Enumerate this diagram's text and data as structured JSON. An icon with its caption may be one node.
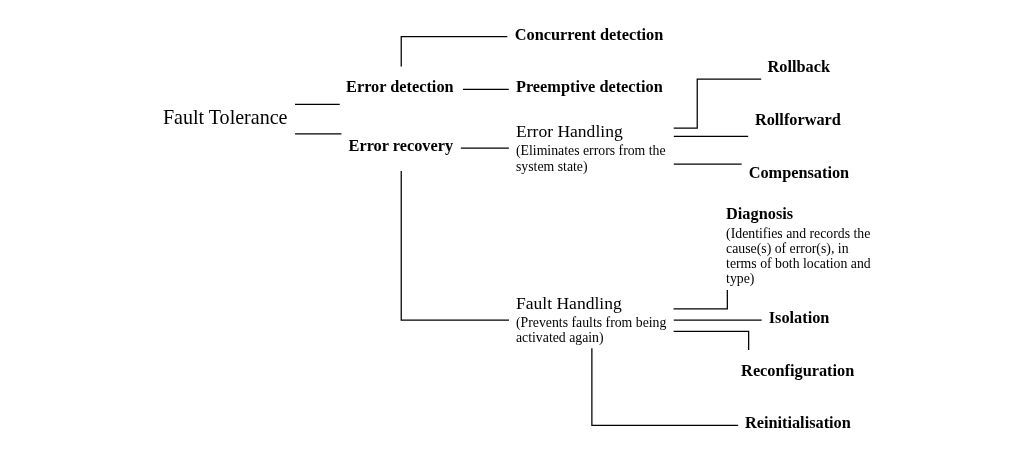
{
  "diagram": {
    "nodes": [
      {
        "text": [
          "Fault Tolerance"
        ]
      },
      {
        "text": [
          "Error detection"
        ]
      },
      {
        "text": [
          "Concurrent detection"
        ]
      },
      {
        "text": [
          "Preemptive detection"
        ]
      },
      {
        "text": [
          "Error recovery"
        ]
      },
      {
        "text": [
          "Error Handling"
        ],
        "beside": [
          "(Eliminates errors from the system state)"
        ]
      },
      {
        "text": [
          "Rollback"
        ]
      },
      {
        "text": [
          "Rollforward"
        ]
      },
      {
        "text": [
          "Compensation"
        ]
      },
      {
        "text": [
          "Fault Handling"
        ],
        "beside": [
          "(Prevents faults from being activated again)"
        ]
      },
      {
        "text": [
          "Diagnosis"
        ],
        "beside": [
          "(Identifies and records the cause(s) of error(s), in terms of both location and type)"
        ]
      },
      {
        "text": [
          "Isolation"
        ]
      },
      {
        "text": [
          "Reconfiguration"
        ]
      },
      {
        "text": [
          "Reinitialisation"
        ]
      }
    ],
    "edges": [
      {
        "from": 0,
        "to": 1,
        "arrow": "none"
      },
      {
        "from": 0,
        "to": 4,
        "arrow": "none"
      },
      {
        "from": 1,
        "to": 2,
        "arrow": "none"
      },
      {
        "from": 1,
        "to": 3,
        "arrow": "none"
      },
      {
        "from": 4,
        "to": 5,
        "arrow": "none"
      },
      {
        "from": 4,
        "to": 9,
        "arrow": "none"
      },
      {
        "from": 5,
        "to": 6,
        "arrow": "none"
      },
      {
        "from": 5,
        "to": 7,
        "arrow": "none"
      },
      {
        "from": 5,
        "to": 8,
        "arrow": "none"
      },
      {
        "from": 9,
        "to": 10,
        "arrow": "none"
      },
      {
        "from": 9,
        "to": 11,
        "arrow": "none"
      },
      {
        "from": 9,
        "to": 12,
        "arrow": "none"
      },
      {
        "from": 9,
        "to": 13,
        "arrow": "none"
      }
    ]
  }
}
